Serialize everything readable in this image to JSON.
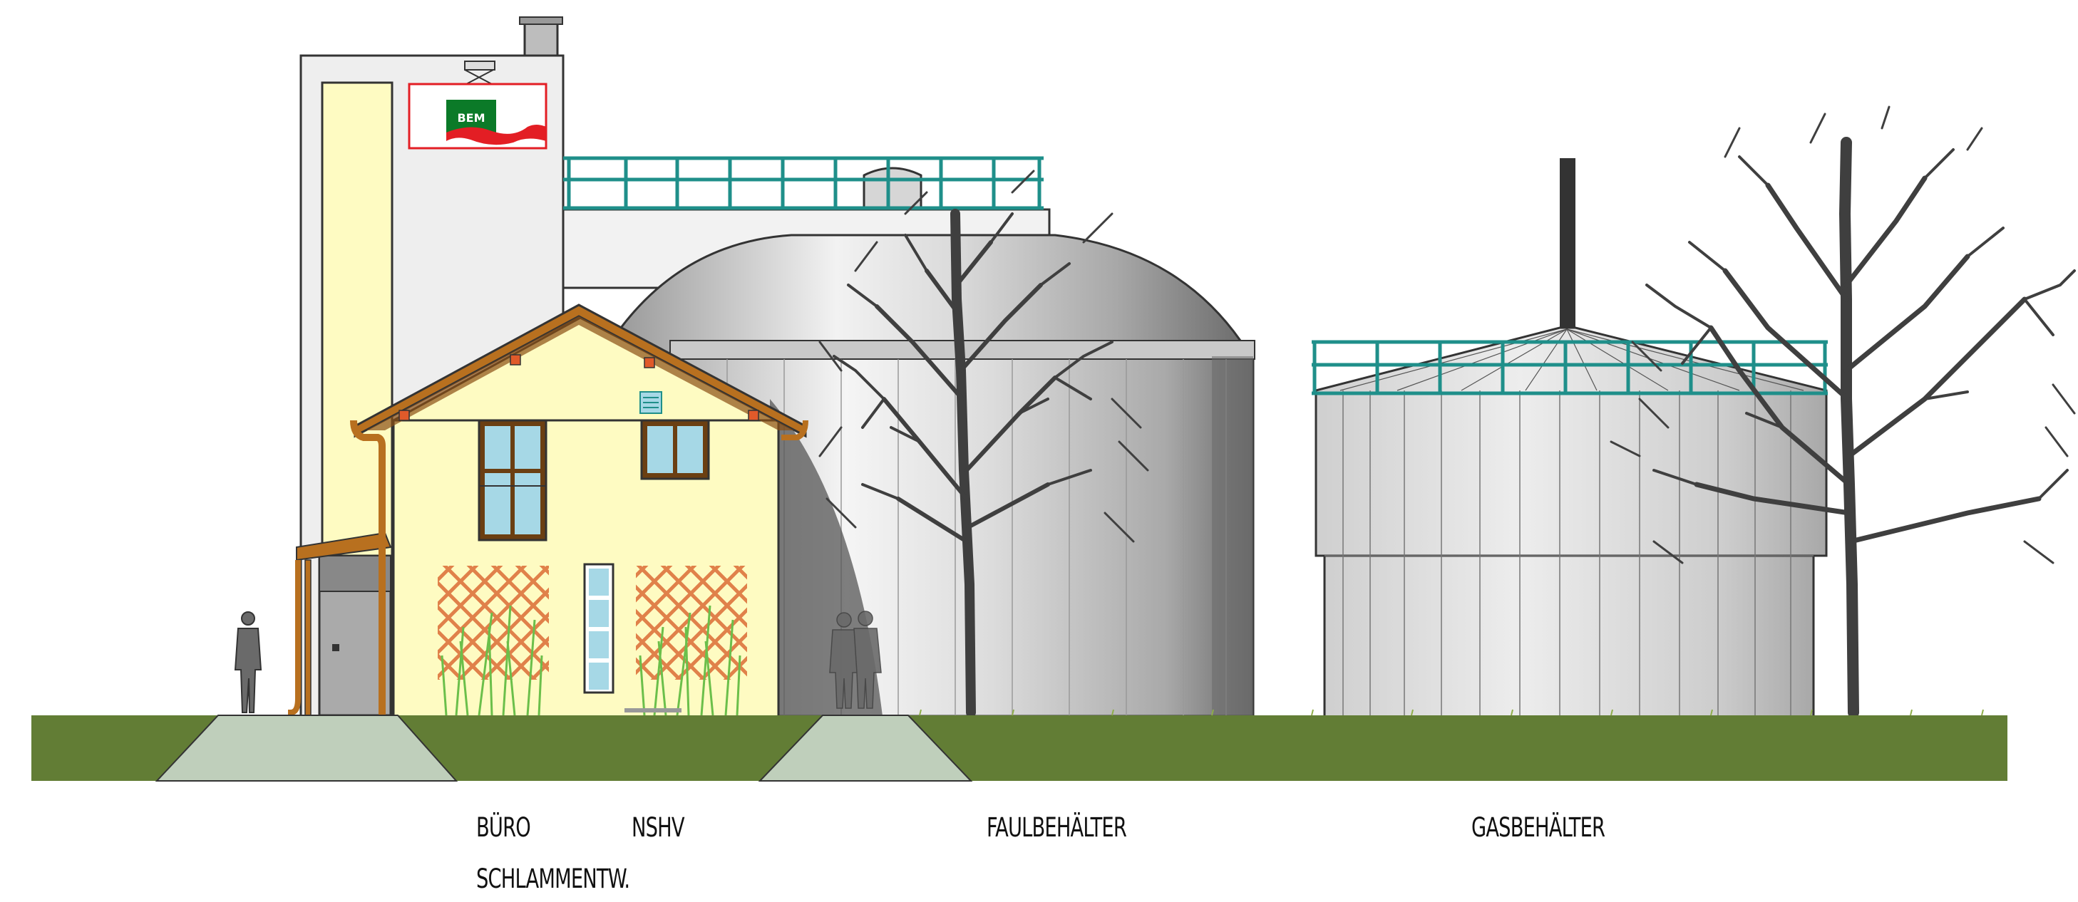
{
  "logo": {
    "text": "BEM",
    "green": "#0b7a28",
    "red": "#e31e24"
  },
  "labels": {
    "buero": "BÜRO",
    "nshv": "NSHV",
    "schlammentw": "SCHLAMMENTW.",
    "faulbehaelter": "FAULBEHÄLTER",
    "gasbehaelter": "GASBEHÄLTER"
  },
  "colors": {
    "ground": "#627d35",
    "path": "#bfcfbb",
    "house_wall": "#fefbc2",
    "tower_wall": "#eeeeee",
    "railing": "#1f8f8a",
    "roof_wood": "#b8701f",
    "trellis": "#e0814a",
    "grass": "#6bbf4a"
  }
}
